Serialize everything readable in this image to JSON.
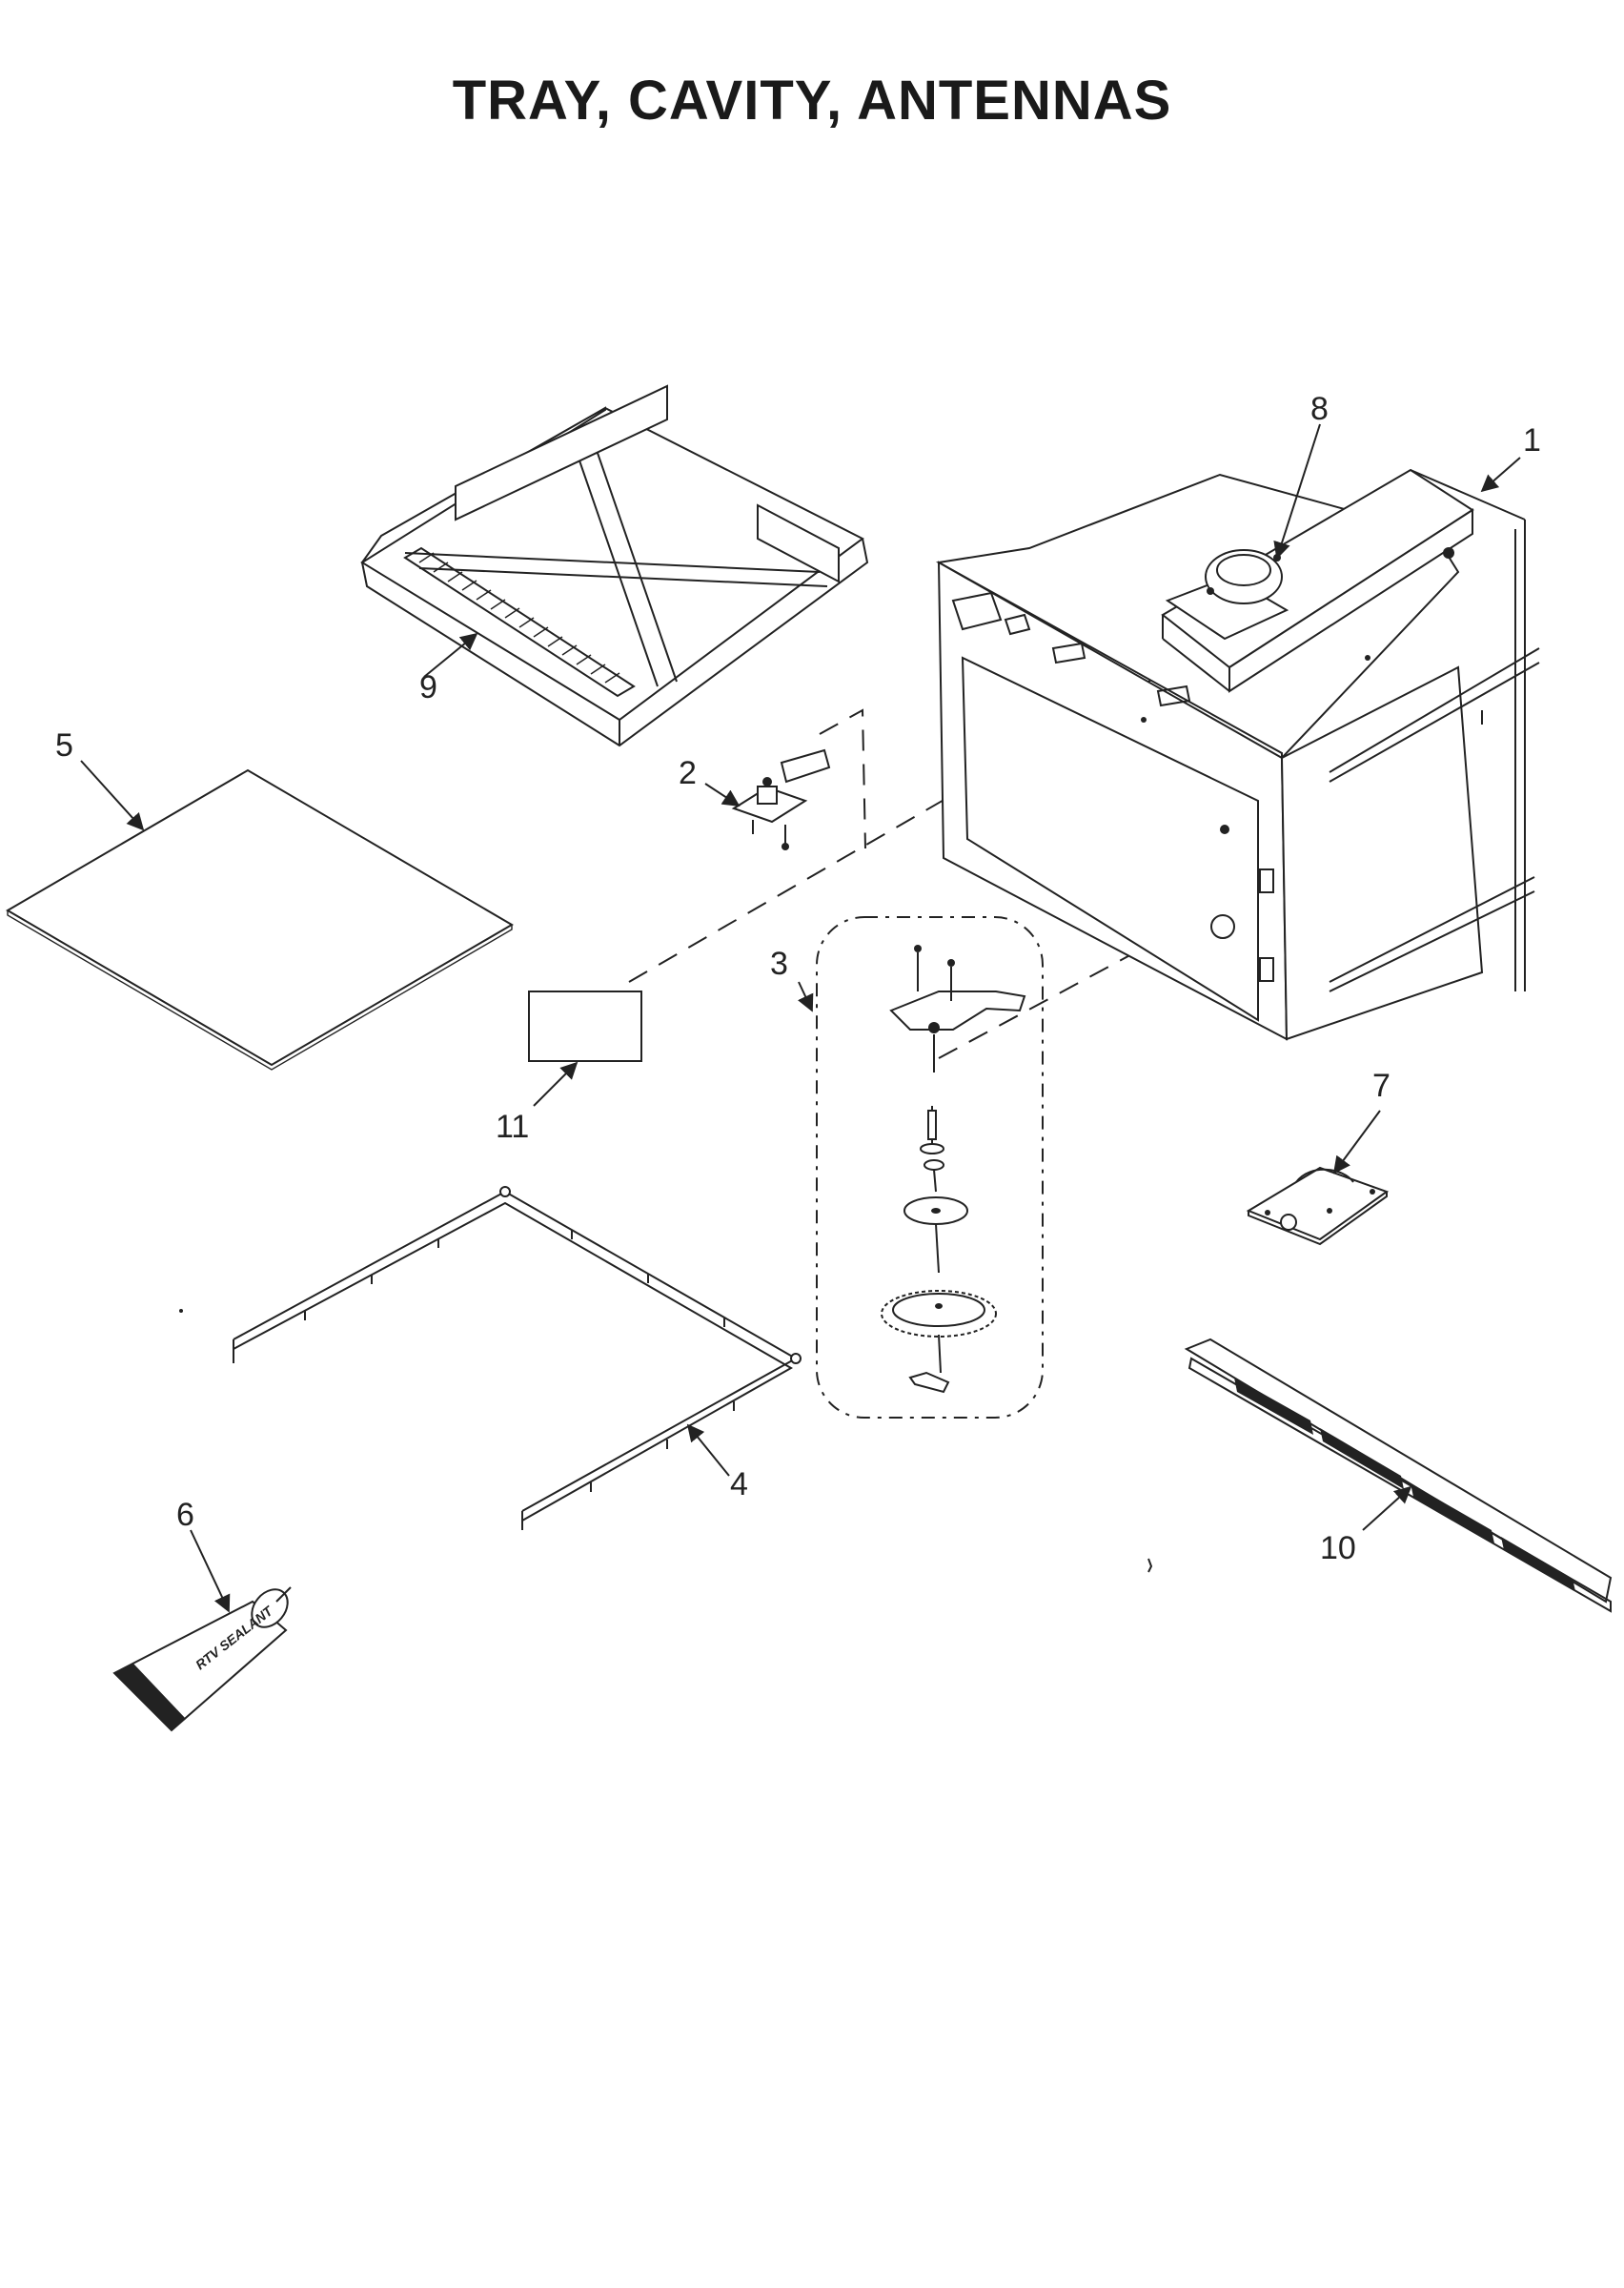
{
  "title": "TRAY, CAVITY, ANTENNAS",
  "callouts": {
    "c1": "1",
    "c2": "2",
    "c3": "3",
    "c4": "4",
    "c5": "5",
    "c6": "6",
    "c7": "7",
    "c8": "8",
    "c9": "9",
    "c10": "10",
    "c11": "11"
  },
  "sealant_text": "RTV SEALANT"
}
